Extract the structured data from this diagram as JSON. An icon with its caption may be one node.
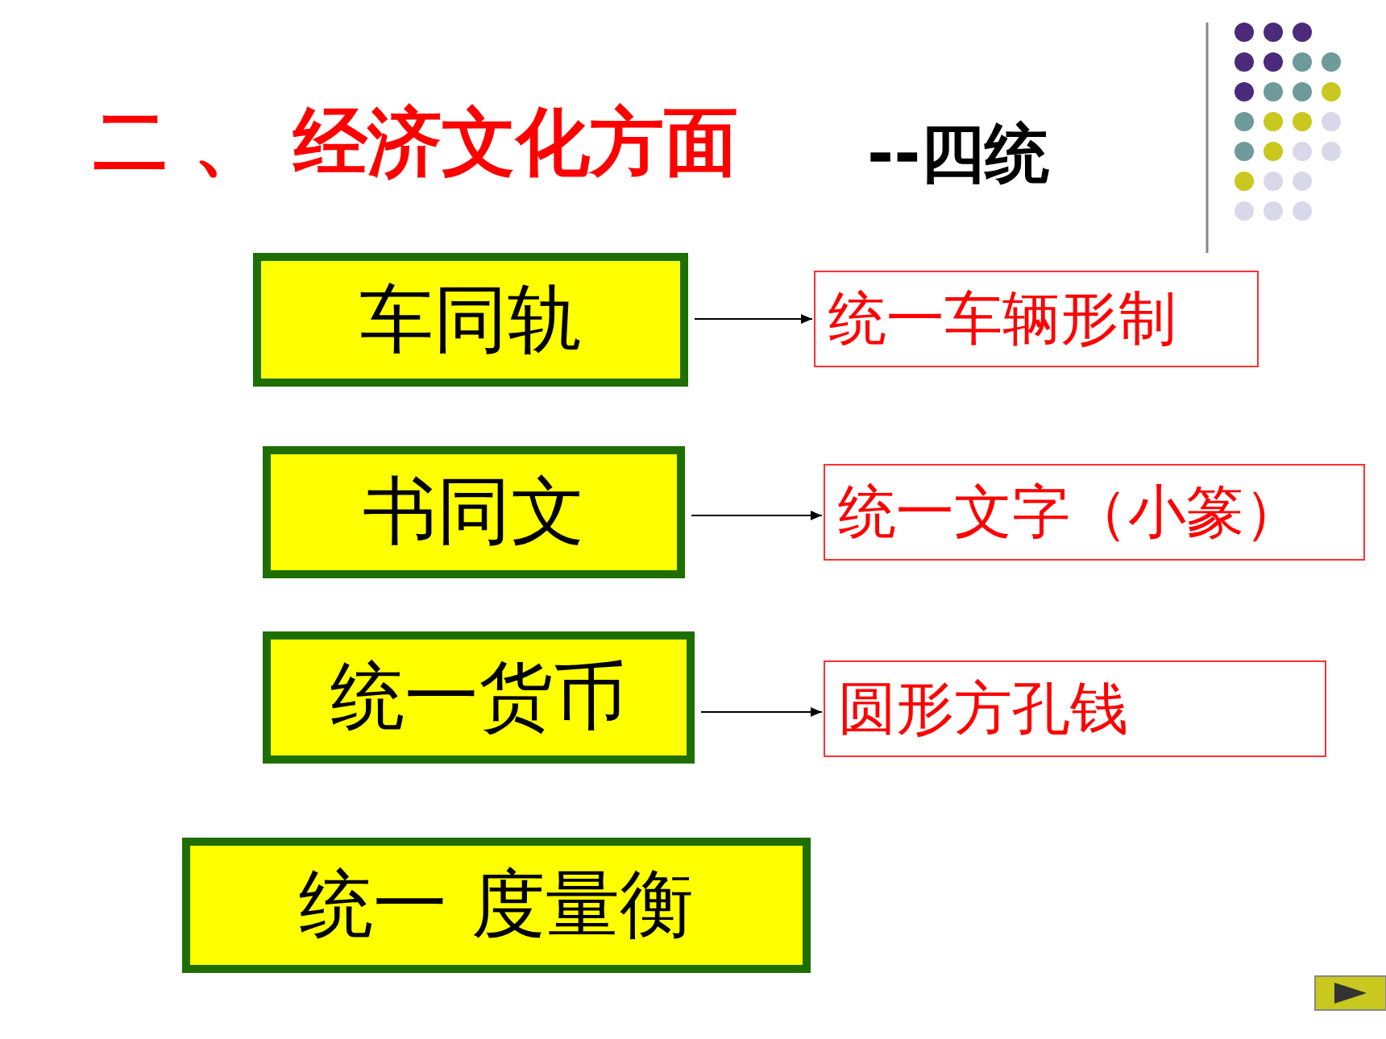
{
  "diagram": {
    "title": "二 、 经济文化方面",
    "labels": [
      "--四统"
    ],
    "nodes": [
      {
        "text": [
          "车同轨"
        ]
      },
      {
        "text": [
          "统一车辆形制"
        ]
      },
      {
        "text": [
          "书同文"
        ]
      },
      {
        "text": [
          "统一文字（小篆）"
        ]
      },
      {
        "text": [
          "统一货币"
        ]
      },
      {
        "text": [
          "圆形方孔钱"
        ]
      },
      {
        "text": [
          "统一 度量衡"
        ]
      }
    ],
    "edges": [
      {
        "from": 0,
        "to": 1,
        "arrow": "to"
      },
      {
        "from": 2,
        "to": 3,
        "arrow": "to"
      },
      {
        "from": 4,
        "to": 5,
        "arrow": "to"
      }
    ]
  }
}
